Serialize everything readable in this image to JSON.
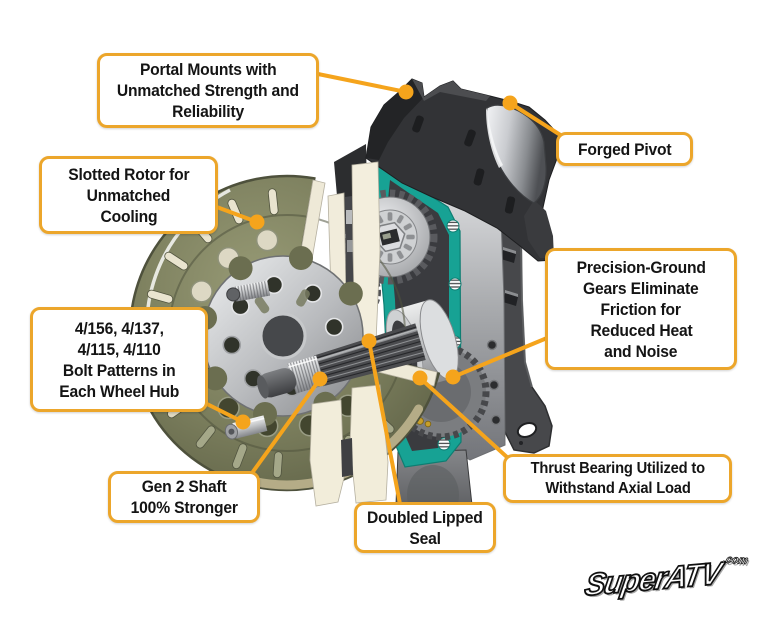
{
  "colors": {
    "accent_line": "#F5A41C",
    "callout_border": "#ECA62B",
    "gasket_teal": "#17A294",
    "rotor_olive": "#7A7D5C"
  },
  "callouts": [
    {
      "name": "portal-mounts",
      "lines": [
        "Portal Mounts with",
        "Unmatched Strength and",
        "Reliability"
      ]
    },
    {
      "name": "forged-pivot",
      "lines": [
        "Forged Pivot"
      ]
    },
    {
      "name": "slotted-rotor",
      "lines": [
        "Slotted Rotor for",
        "Unmatched",
        "Cooling"
      ]
    },
    {
      "name": "bolt-patterns",
      "lines": [
        "4/156, 4/137,",
        "4/115, 4/110",
        "Bolt Patterns in",
        "Each Wheel Hub"
      ]
    },
    {
      "name": "precision-gears",
      "lines": [
        "Precision-Ground",
        "Gears Eliminate",
        "Friction for",
        "Reduced Heat",
        "and Noise"
      ]
    },
    {
      "name": "gen2-shaft",
      "lines": [
        "Gen 2 Shaft",
        "100% Stronger"
      ]
    },
    {
      "name": "doubled-lipped-seal",
      "lines": [
        "Doubled Lipped",
        "Seal"
      ]
    },
    {
      "name": "thrust-bearing",
      "lines": [
        "Thrust Bearing Utilized to",
        "Withstand Axial Load"
      ]
    }
  ],
  "logo": {
    "brand": "SuperATV",
    "suffix": ".com"
  }
}
